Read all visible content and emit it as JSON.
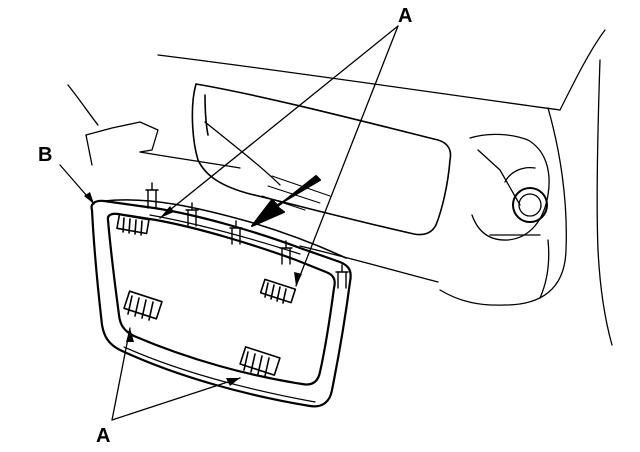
{
  "callouts": {
    "a_top": "A",
    "b": "B",
    "a_bottom": "A"
  },
  "colors": {
    "line": "#000000",
    "background": "#ffffff"
  }
}
